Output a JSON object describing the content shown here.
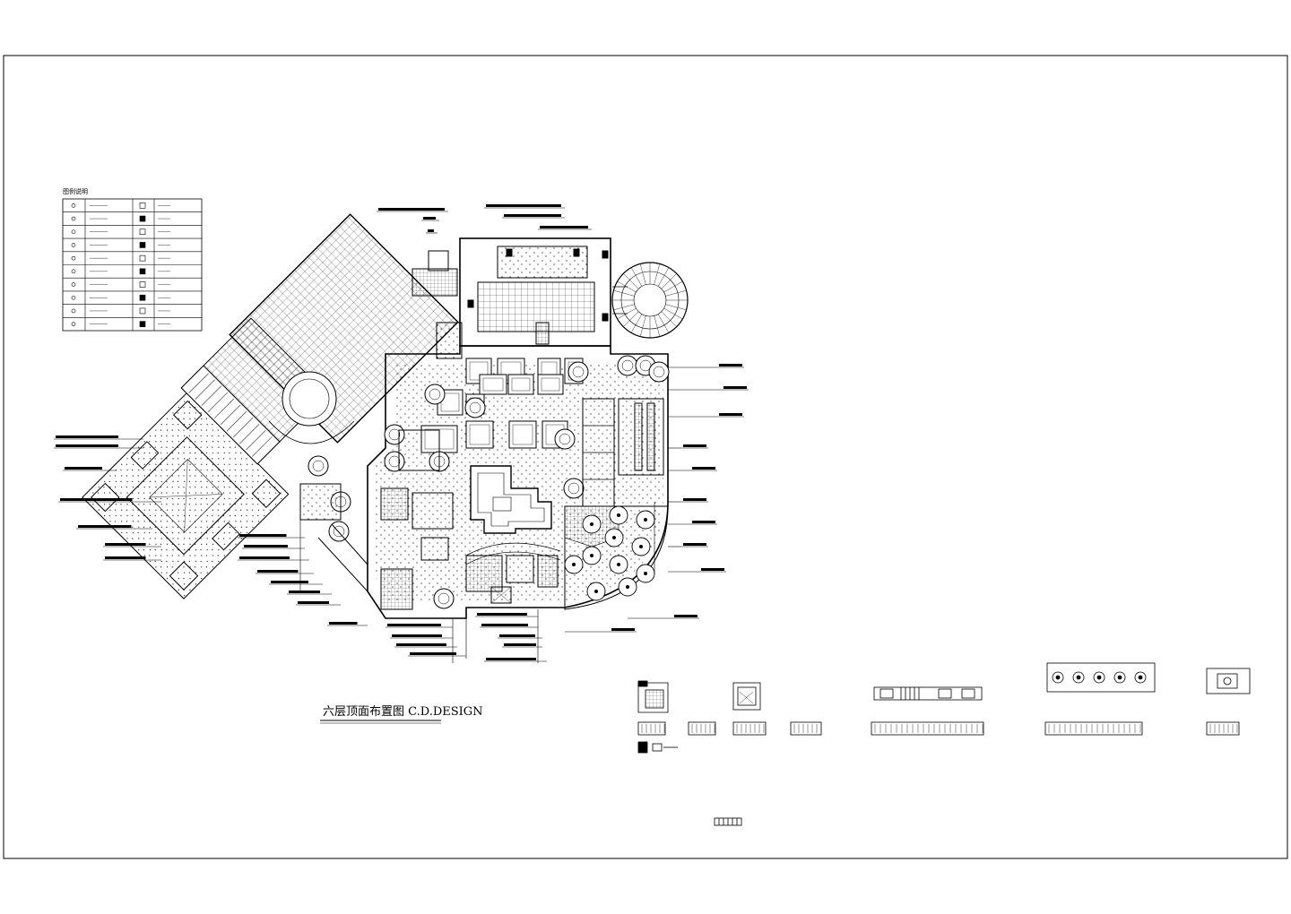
{
  "drawing": {
    "title": "六层顶面布置图  C.D.DESIGN",
    "legend_heading": "图例说明"
  },
  "legend": {
    "rows": 10,
    "cols": 4
  }
}
